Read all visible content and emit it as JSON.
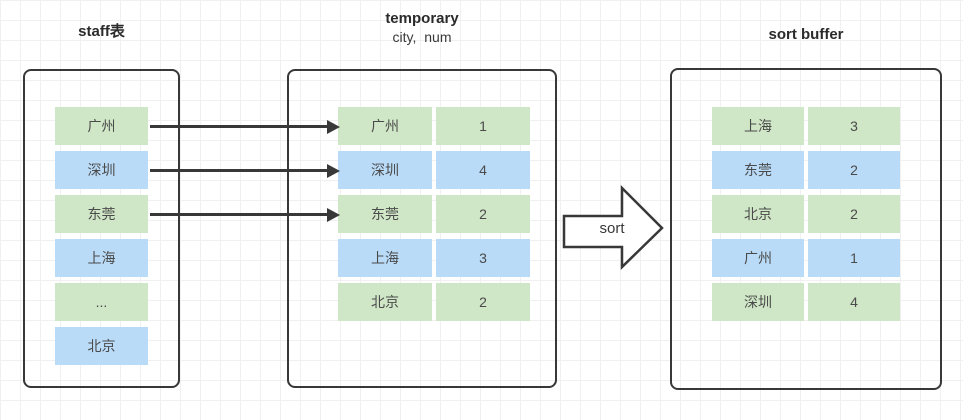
{
  "colors": {
    "cell_green": "#cfe7c6",
    "cell_blue": "#b9dbf8",
    "stroke": "#383838",
    "grid": "#f0f0f0",
    "text": "#4a4a4a"
  },
  "staff": {
    "title": "staff表",
    "rows": [
      {
        "city": "广州"
      },
      {
        "city": "深圳"
      },
      {
        "city": "东莞"
      },
      {
        "city": "上海"
      },
      {
        "city": "..."
      },
      {
        "city": "北京"
      }
    ]
  },
  "temporary": {
    "title": "temporary",
    "subtitle": "city, num",
    "rows": [
      {
        "city": "广州",
        "num": "1"
      },
      {
        "city": "深圳",
        "num": "4"
      },
      {
        "city": "东莞",
        "num": "2"
      },
      {
        "city": "上海",
        "num": "3"
      },
      {
        "city": "北京",
        "num": "2"
      }
    ]
  },
  "sort_arrow": {
    "label": "sort"
  },
  "sort_buffer": {
    "title": "sort buffer",
    "rows": [
      {
        "city": "上海",
        "num": "3"
      },
      {
        "city": "东莞",
        "num": "2"
      },
      {
        "city": "北京",
        "num": "2"
      },
      {
        "city": "广州",
        "num": "1"
      },
      {
        "city": "深圳",
        "num": "4"
      }
    ]
  }
}
